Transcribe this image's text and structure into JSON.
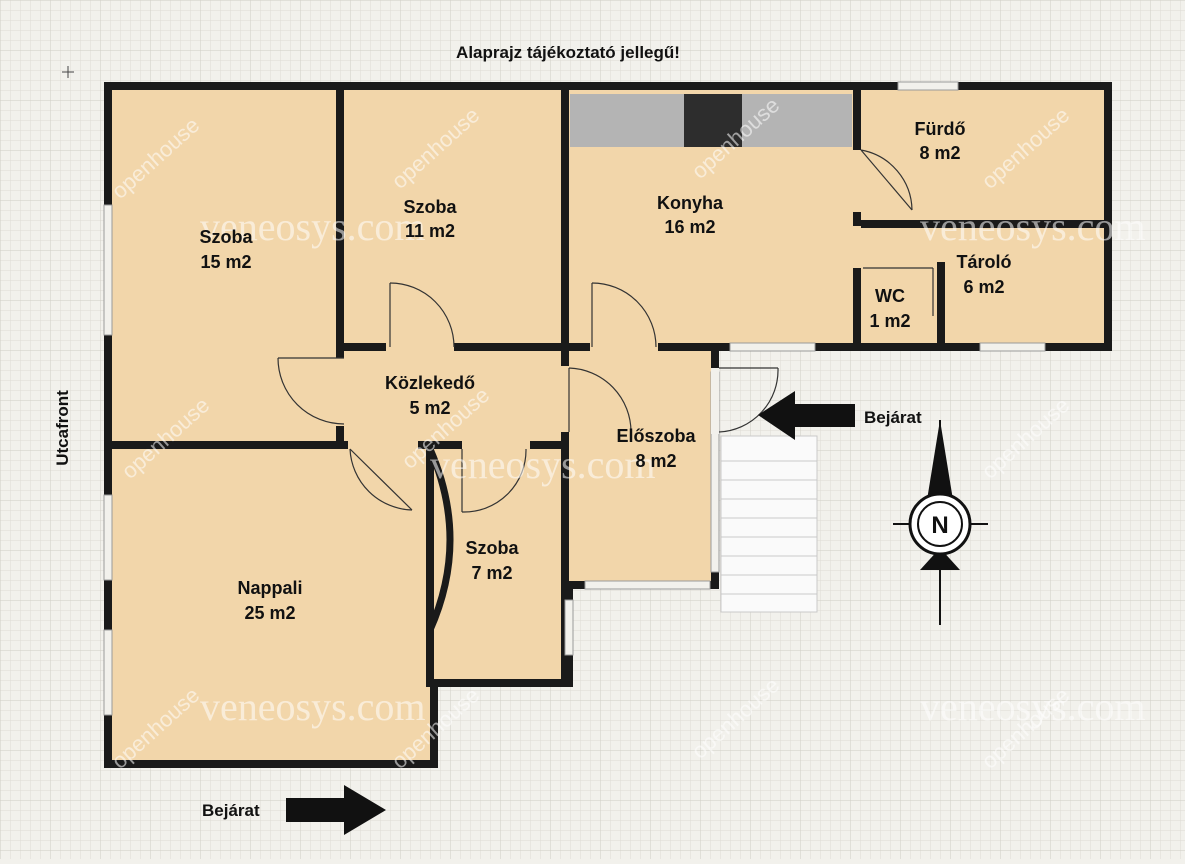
{
  "header": {
    "disclaimer": "Alaprajz tájékoztató jellegű!"
  },
  "street_label": "Utcafront",
  "compass_letter": "N",
  "watermarks": {
    "brand": "veneosys.com",
    "logo_text": "openhouse"
  },
  "entrances": [
    {
      "id": "side",
      "label": "Bejárat"
    },
    {
      "id": "front",
      "label": "Bejárat"
    }
  ],
  "rooms": [
    {
      "id": "szoba-15",
      "name": "Szoba",
      "area": "15 m2"
    },
    {
      "id": "szoba-11",
      "name": "Szoba",
      "area": "11 m2"
    },
    {
      "id": "konyha",
      "name": "Konyha",
      "area": "16 m2"
    },
    {
      "id": "furdo",
      "name": "Fürdő",
      "area": "8 m2"
    },
    {
      "id": "wc",
      "name": "WC",
      "area": "1 m2"
    },
    {
      "id": "tarolo",
      "name": "Tároló",
      "area": "6 m2"
    },
    {
      "id": "kozlekedo",
      "name": "Közlekedő",
      "area": "5 m2"
    },
    {
      "id": "eloszoba",
      "name": "Előszoba",
      "area": "8 m2"
    },
    {
      "id": "szoba-7",
      "name": "Szoba",
      "area": "7 m2"
    },
    {
      "id": "nappali",
      "name": "Nappali",
      "area": "25 m2"
    }
  ],
  "colors": {
    "floor": "#f2d6aa",
    "wall": "#1a1a1a",
    "counter": "#b4b4b4",
    "stove": "#2d2d2d",
    "grid_fine": "#dedcd5",
    "grid_major": "#cfcdc5",
    "background": "#f2f1ec"
  }
}
